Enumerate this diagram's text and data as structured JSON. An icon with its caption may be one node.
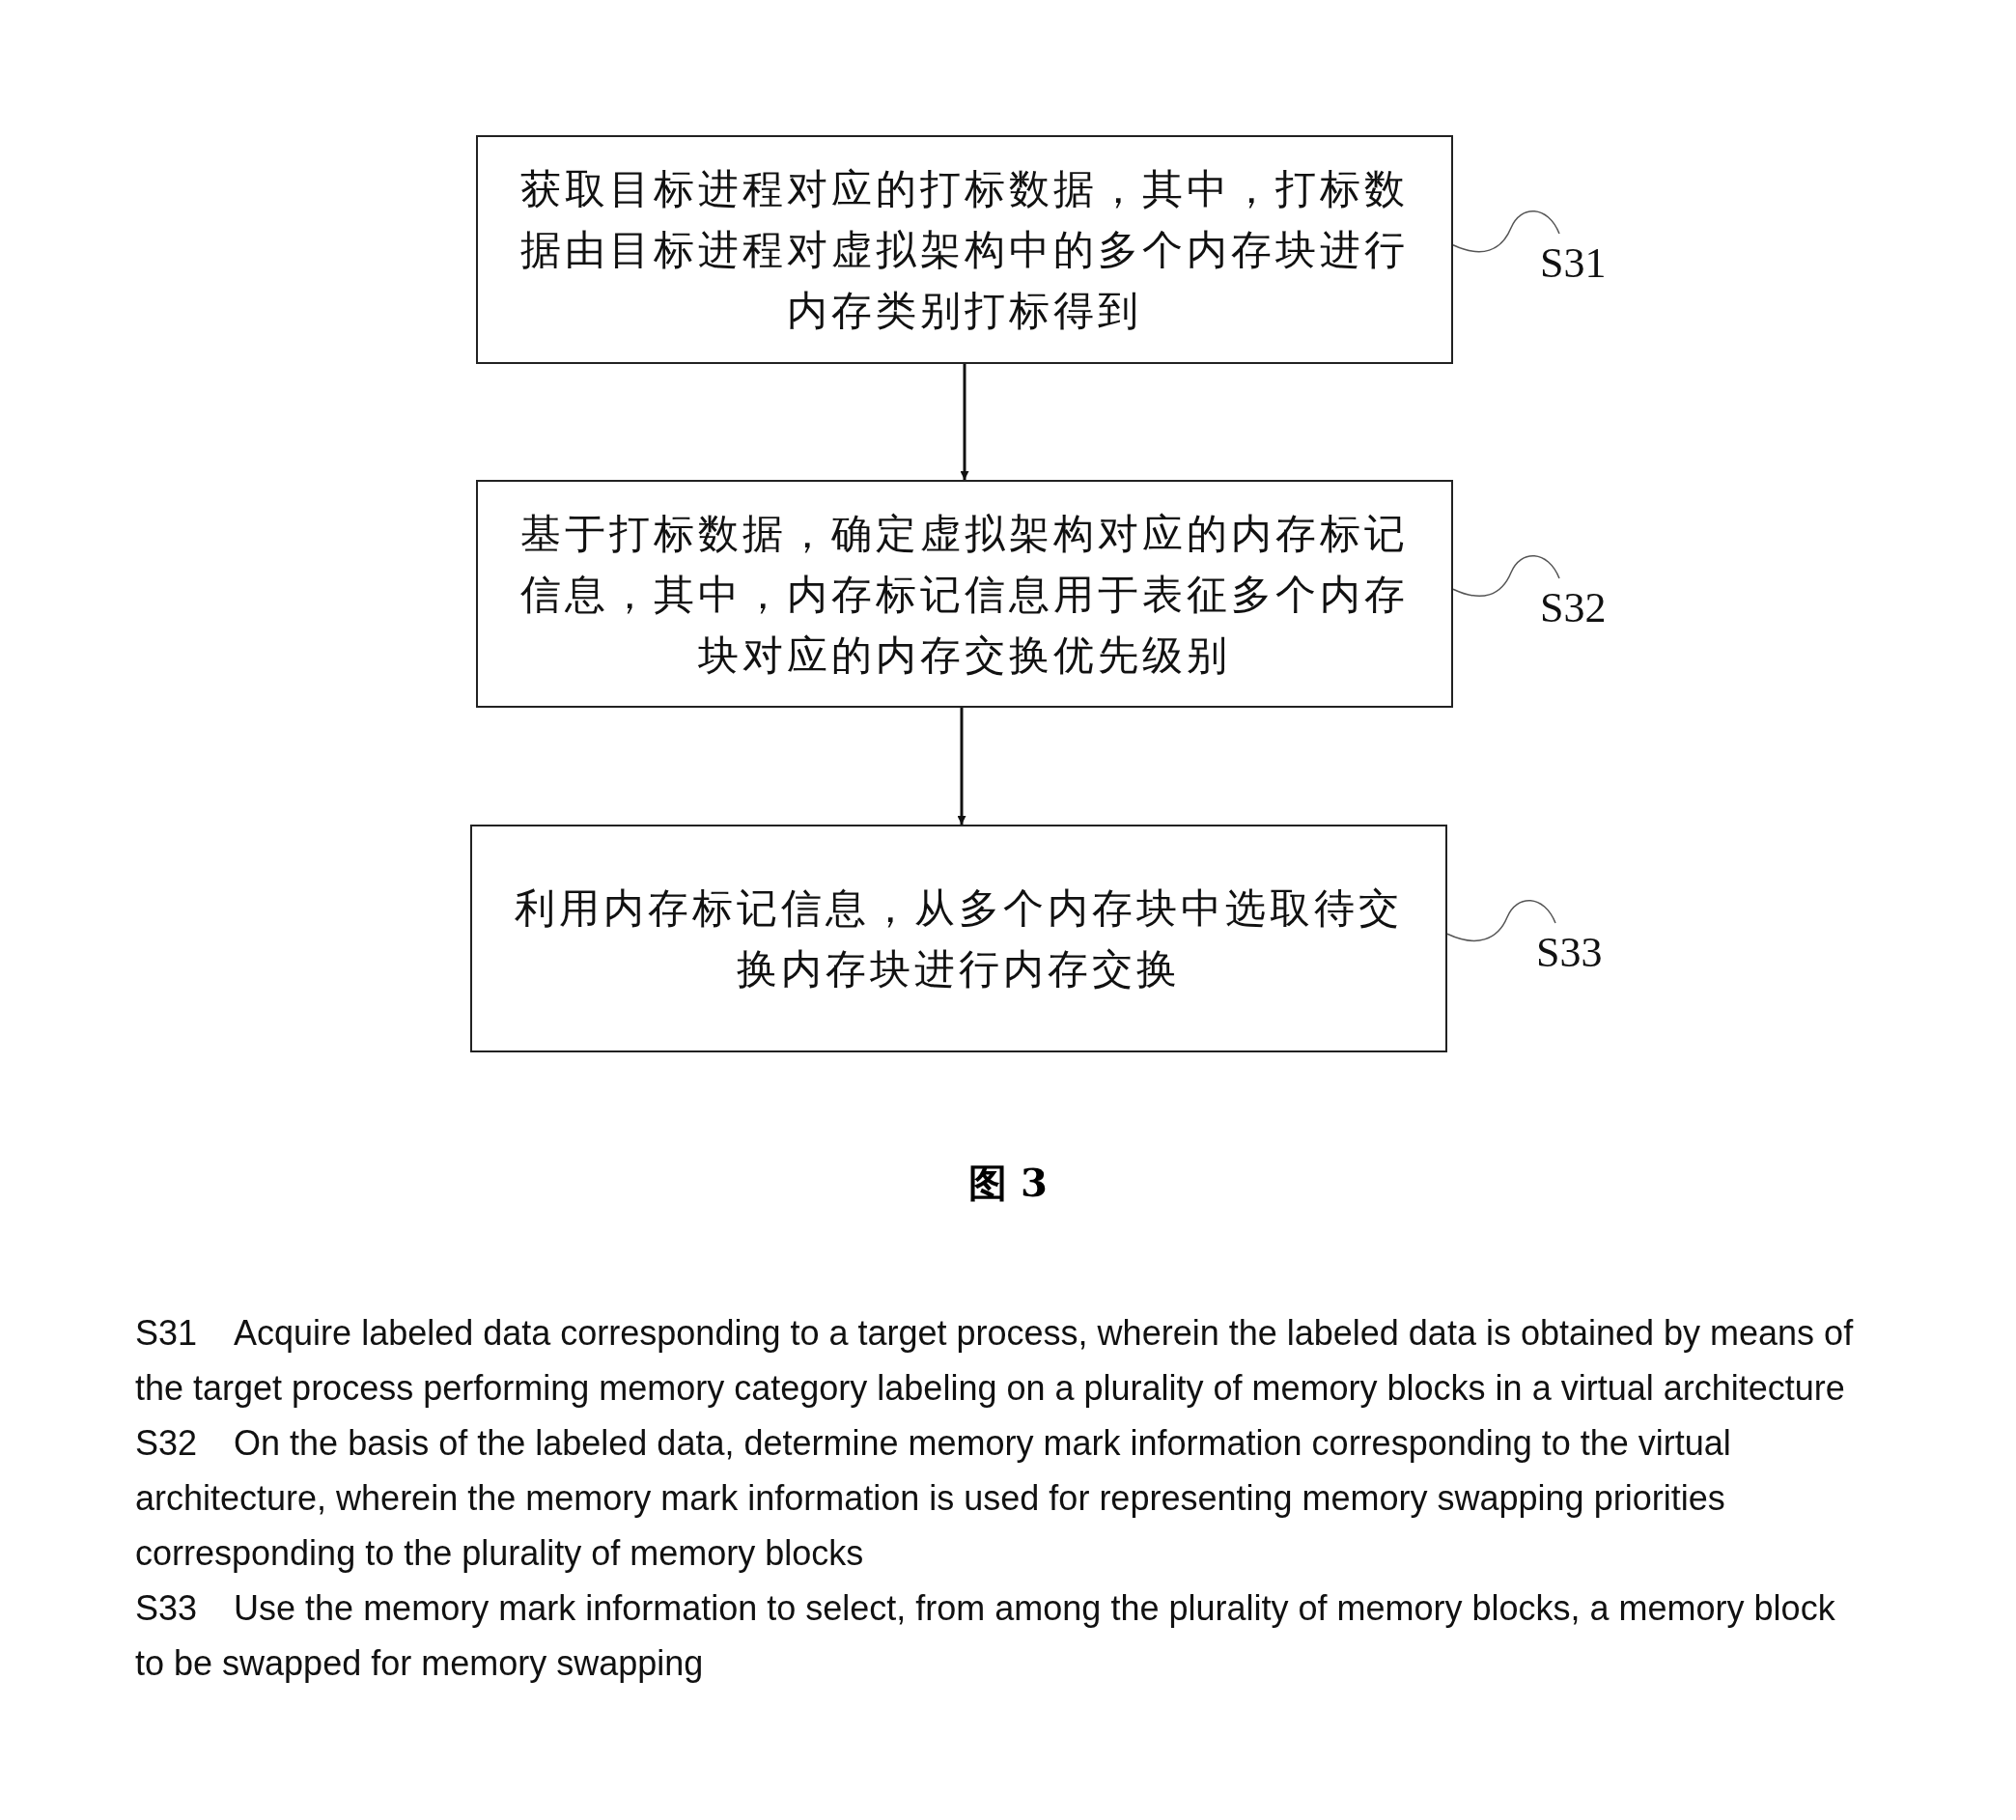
{
  "diagram": {
    "caption": "图 3",
    "nodes": [
      {
        "text": [
          "获取目标进程对应的打标数据，其中，打标数据由目标进程对虚拟架构中的多个内存块进行内存类别打标得到"
        ]
      },
      {
        "text": [
          "基于打标数据，确定虚拟架构对应的内存标记信息，其中，内存标记信息用于表征多个内存块对应的内存交换优先级别"
        ]
      },
      {
        "text": [
          "利用内存标记信息，从多个内存块中选取待交换内存块进行内存交换"
        ]
      },
      {
        "text": [
          "S31"
        ]
      },
      {
        "text": [
          "S32"
        ]
      },
      {
        "text": [
          "S33"
        ]
      }
    ],
    "edges": [
      {
        "from": 0,
        "to": 1,
        "arrow": "to"
      },
      {
        "from": 1,
        "to": 2,
        "arrow": "to"
      },
      {
        "from": 3,
        "to": 0,
        "arrow": "none"
      },
      {
        "from": 4,
        "to": 1,
        "arrow": "none"
      },
      {
        "from": 5,
        "to": 2,
        "arrow": "none"
      }
    ],
    "labels": [
      "S31",
      "Acquire labeled data corresponding to a target process, wherein the labeled data is obtained by means of the target process performing memory category labeling on a plurality of memory blocks in a virtual architecture",
      "S32",
      "On the basis of the labeled data, determine memory mark information corresponding to the virtual architecture, wherein the memory mark information is used for representing memory swapping priorities corresponding to the plurality of memory blocks",
      "S33",
      "Use the memory mark information to select, from among the plurality of memory blocks, a memory block to be swapped for memory swapping"
    ]
  }
}
